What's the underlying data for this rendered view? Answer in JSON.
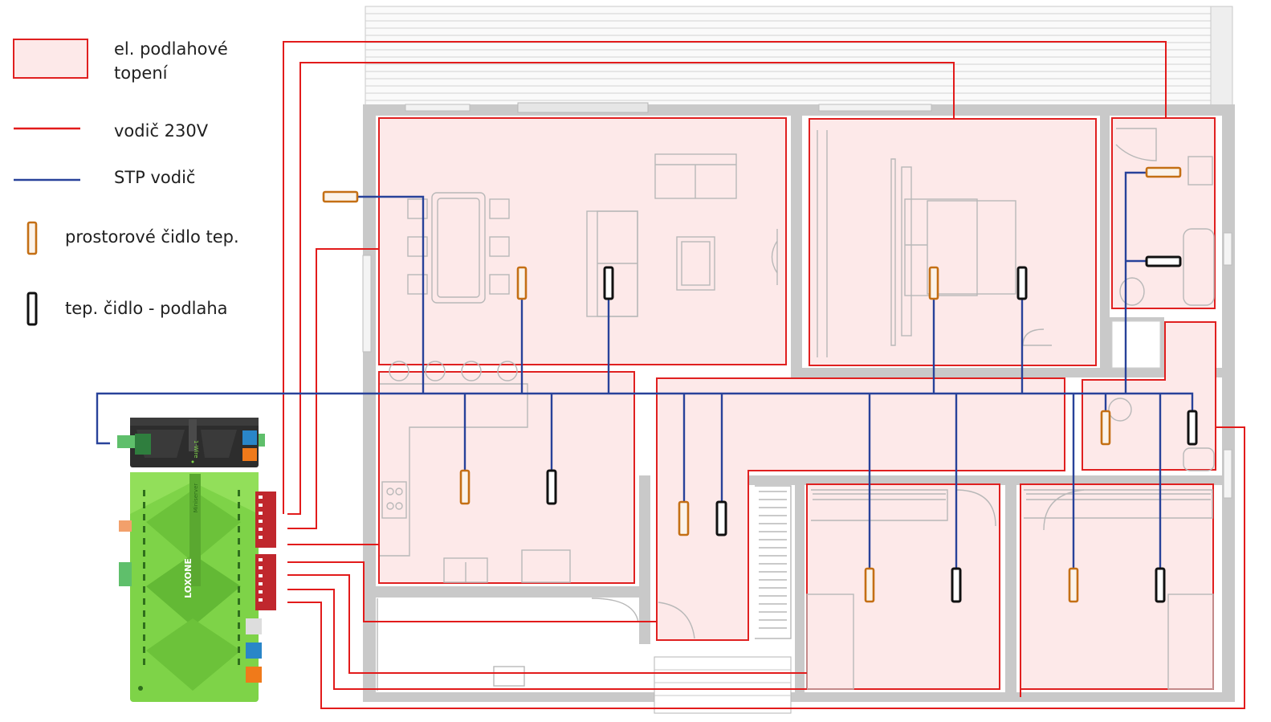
{
  "legend": {
    "heating_label": "el. podlahové\ntopení",
    "wire230_label": "vodič 230V",
    "stp_label": "STP vodič",
    "room_sensor_label": "prostorové čidlo tep.",
    "floor_sensor_label": "tep. čidlo - podlaha"
  },
  "device": {
    "brand_text": "LOXONE",
    "module_text": "Miniserver",
    "extension_text": "1-Wire"
  },
  "colors": {
    "heating_fill": "#fde9e9",
    "wire_230v": "#e21b1b",
    "stp_wire": "#28429a",
    "room_sensor": "#c46f14",
    "floor_sensor": "#111111",
    "miniserver_green": "#7ed348"
  }
}
